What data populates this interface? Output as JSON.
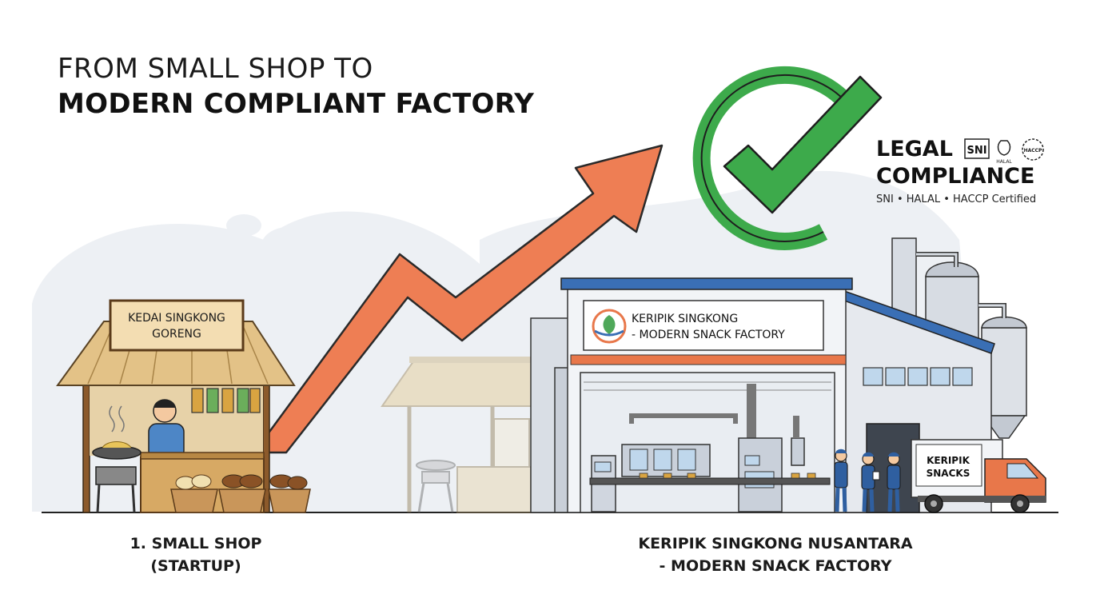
{
  "title": {
    "line1": "FROM SMALL SHOP TO",
    "line2": "MODERN COMPLIANT FACTORY"
  },
  "compliance": {
    "title_line1": "LEGAL",
    "title_line2": "COMPLIANCE",
    "subtitle": "SNI • HALAL • HACCP Certified",
    "logos": {
      "sni": "SNI",
      "halal": "HALAL",
      "haccp": "HACCP"
    },
    "check_color": "#3DAA4B"
  },
  "shop": {
    "sign_line1": "KEDAI SINGKONG",
    "sign_line2": "GORENG",
    "caption_line1": "1. SMALL SHOP",
    "caption_line2": "(STARTUP)"
  },
  "factory": {
    "sign_line1": "KERIPIK SINGKONG",
    "sign_line2": "- MODERN SNACK FACTORY",
    "caption_line1": "KERIPIK SINGKONG NUSANTARA",
    "caption_line2": "- MODERN SNACK FACTORY",
    "roof_color": "#3A6FB5",
    "stripe_color": "#E8774A"
  },
  "truck": {
    "label_line1": "KERIPIK",
    "label_line2": "SNACKS",
    "cab_color": "#E8774A"
  },
  "arrow": {
    "color": "#EE7E54"
  }
}
